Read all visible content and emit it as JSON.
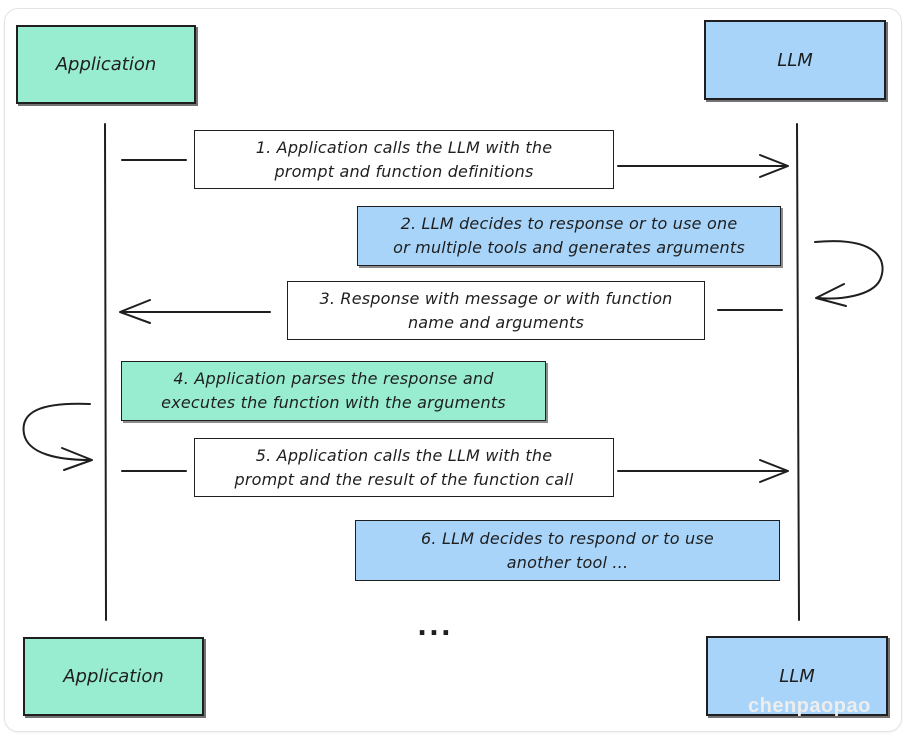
{
  "actors": {
    "app_top_label": "Application",
    "llm_top_label": "LLM",
    "app_bottom_label": "Application",
    "llm_bottom_label": "LLM"
  },
  "steps": [
    {
      "text": "1. Application calls the LLM with the\nprompt and function definitions",
      "color": "#ffffff"
    },
    {
      "text": "2. LLM decides to response or to use one\nor multiple tools and generates arguments",
      "color": "#a8d4f9"
    },
    {
      "text": "3. Response with message or with function\nname and arguments",
      "color": "#ffffff"
    },
    {
      "text": "4. Application parses the response and\nexecutes the function with the arguments",
      "color": "#98ecd0"
    },
    {
      "text": "5. Application calls the LLM with the\nprompt and the result of the function call",
      "color": "#ffffff"
    },
    {
      "text": "6. LLM decides to respond or to use\nanother tool ...",
      "color": "#a8d4f9"
    }
  ],
  "continuation": "...",
  "watermark": "chenpaopao",
  "colors": {
    "application": "#98ecd0",
    "llm": "#a8d4f9",
    "stroke": "#1f1f1f"
  }
}
